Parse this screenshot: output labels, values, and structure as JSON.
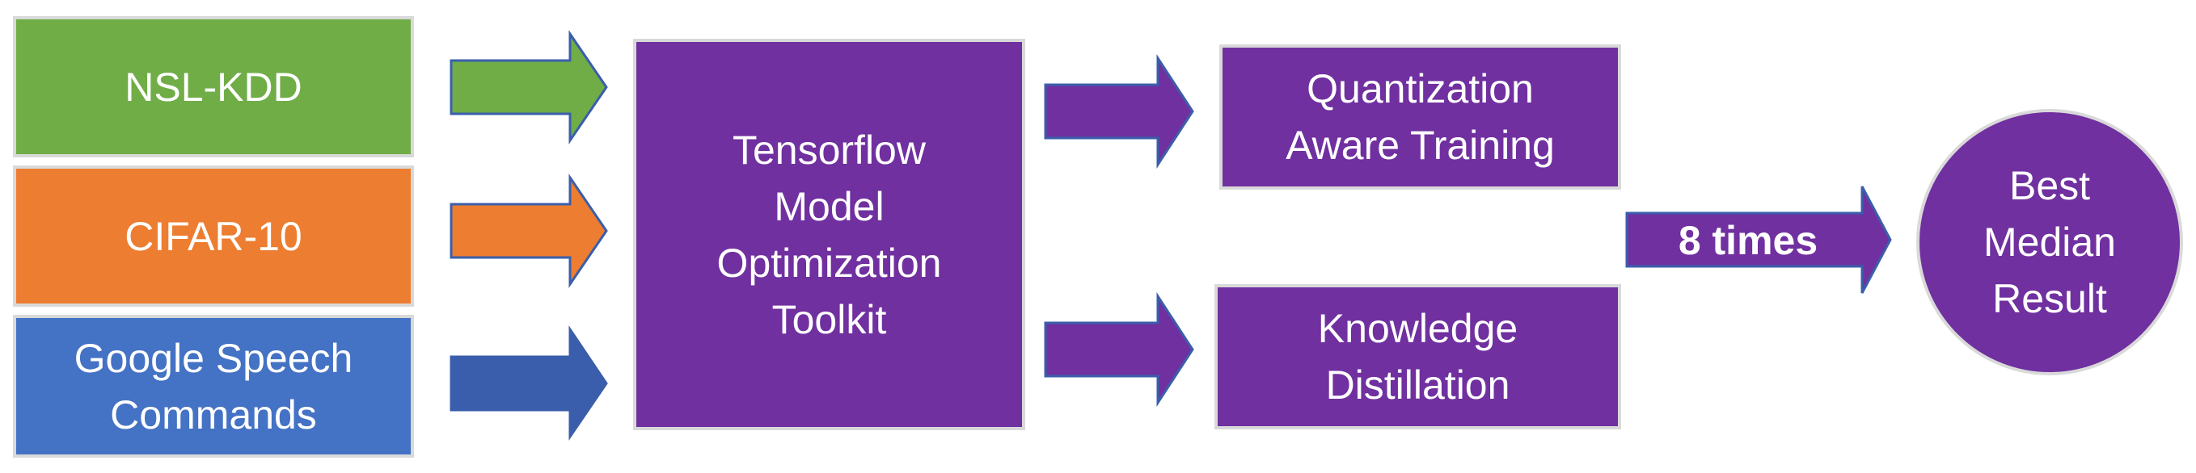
{
  "colors": {
    "green": "#70ad47",
    "orange": "#ed7d31",
    "blue": "#4472c4",
    "arrow_blue": "#3a5eab",
    "purple": "#7030a0",
    "border": "#d9d9d9"
  },
  "inputs": [
    {
      "label": "NSL-KDD"
    },
    {
      "label": "CIFAR-10"
    },
    {
      "label": "Google Speech\nCommands"
    }
  ],
  "toolkit": {
    "label": "Tensorflow\nModel\nOptimization\nToolkit"
  },
  "methods": [
    {
      "label": "Quantization\nAware Training"
    },
    {
      "label": "Knowledge\nDistillation"
    }
  ],
  "repeat_arrow": {
    "label": "8 times"
  },
  "result": {
    "label": "Best\nMedian\nResult"
  }
}
